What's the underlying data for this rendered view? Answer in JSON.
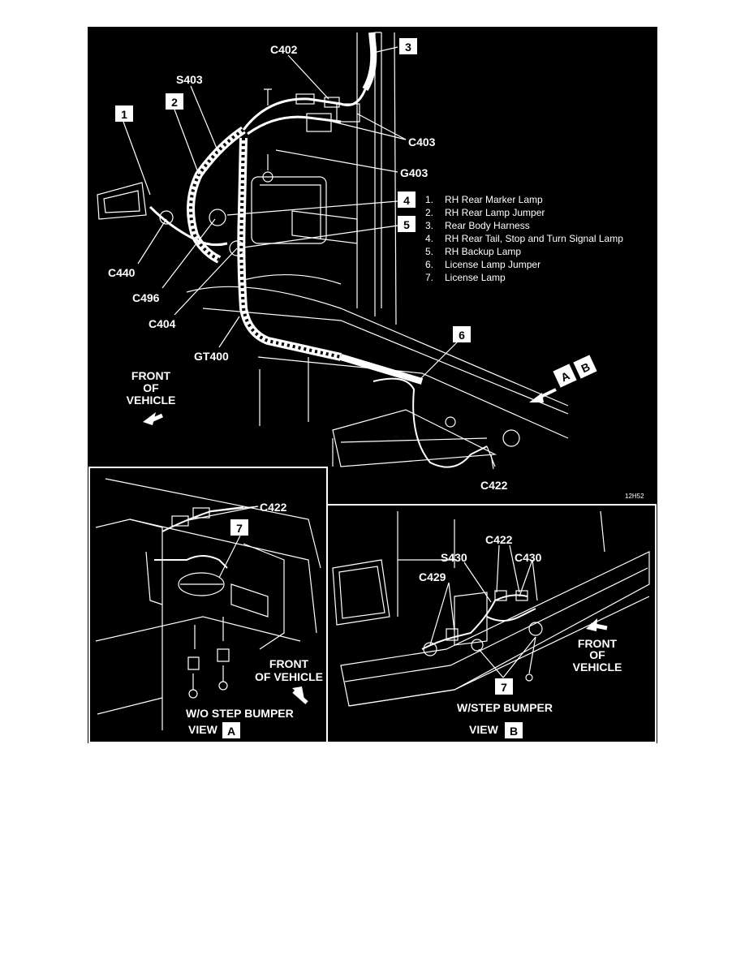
{
  "legend": [
    {
      "num": "1.",
      "text": "RH Rear Marker Lamp"
    },
    {
      "num": "2.",
      "text": "RH Rear Lamp Jumper"
    },
    {
      "num": "3.",
      "text": "Rear Body Harness"
    },
    {
      "num": "4.",
      "text": "RH Rear Tail, Stop and Turn Signal Lamp"
    },
    {
      "num": "5.",
      "text": "RH Backup Lamp"
    },
    {
      "num": "6.",
      "text": "License Lamp Jumper"
    },
    {
      "num": "7.",
      "text": "License Lamp"
    }
  ],
  "callouts": {
    "c1": "1",
    "c2": "2",
    "c3": "3",
    "c4": "4",
    "c5": "5",
    "c6": "6",
    "c7a": "7",
    "c7b": "7",
    "view_a": "A",
    "view_b": "B"
  },
  "labels": {
    "c402": "C402",
    "s403": "S403",
    "c403": "C403",
    "g403": "G403",
    "c440": "C440",
    "c496": "C496",
    "c404": "C404",
    "gt400": "GT400",
    "front_line1": "FRONT",
    "front_line2": "OF",
    "front_line3": "VEHICLE",
    "c422_main": "C422",
    "fig_code": "12H52",
    "c422_a": "C422",
    "front_a_line1": "FRONT",
    "front_a_line2": "OF VEHICLE",
    "wo_step": "W/O STEP BUMPER",
    "view_word_a": "VIEW",
    "c422_b": "C422",
    "s430": "S430",
    "c430": "C430",
    "c429": "C429",
    "front_b_line1": "FRONT",
    "front_b_line2": "OF",
    "front_b_line3": "VEHICLE",
    "w_step": "W/STEP BUMPER",
    "view_word_b": "VIEW"
  }
}
